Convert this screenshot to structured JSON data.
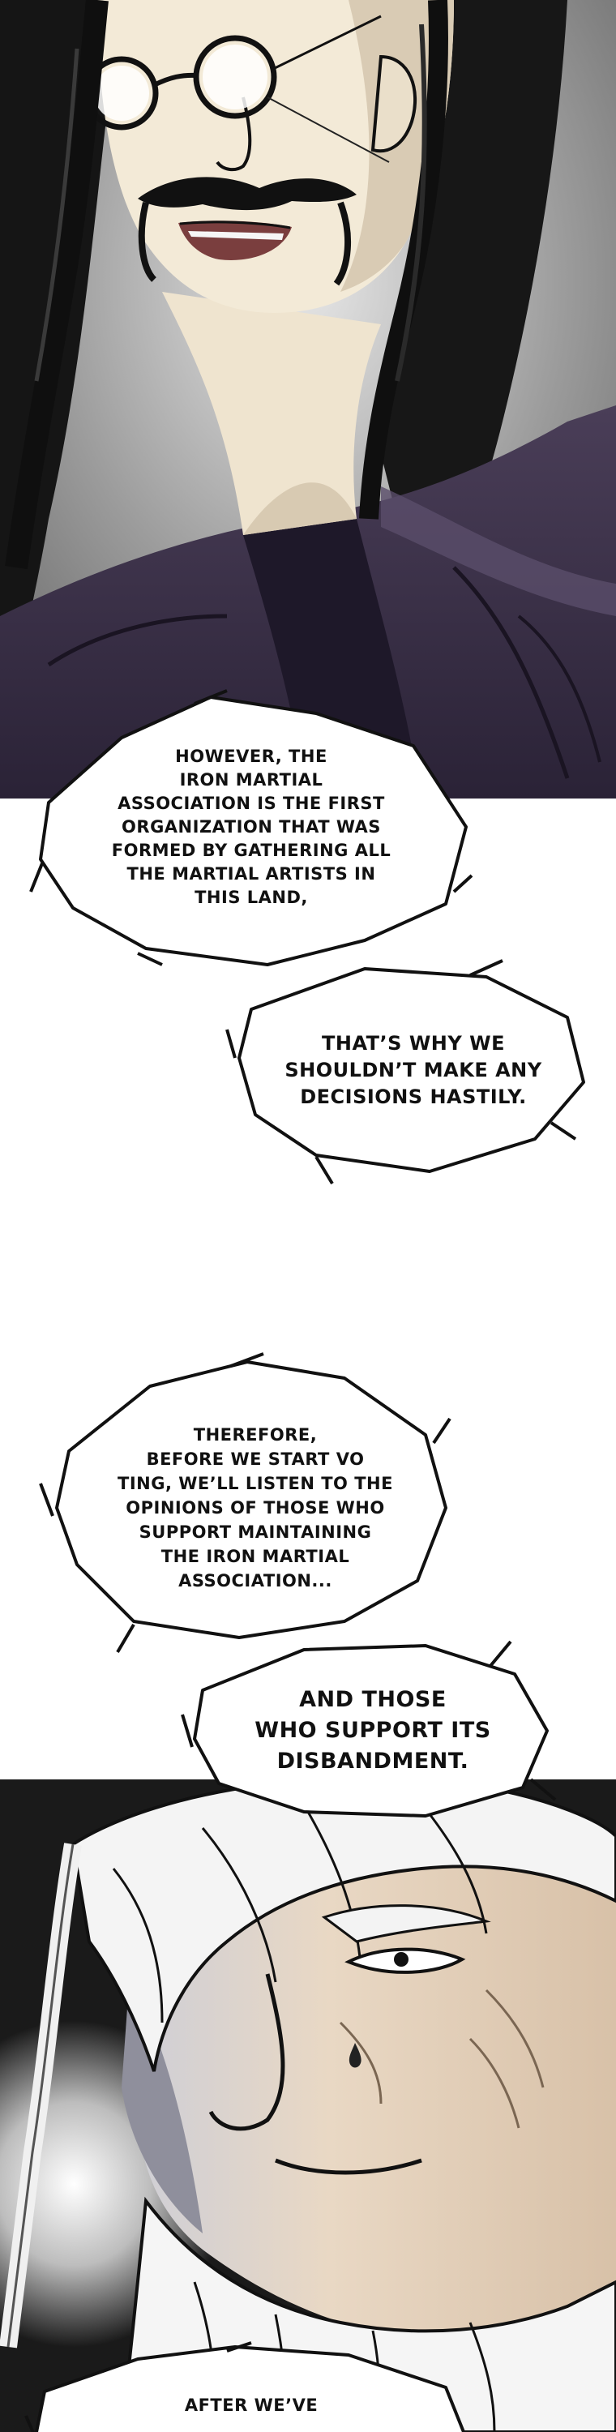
{
  "bubbles": [
    {
      "id": "bubble-1",
      "lines": [
        "HOWEVER, THE",
        "IRON MARTIAL",
        "ASSOCIATION IS THE FIRST",
        "ORGANIZATION THAT WAS",
        "FORMED BY GATHERING ALL",
        "THE MARTIAL ARTISTS IN",
        "THIS LAND,"
      ]
    },
    {
      "id": "bubble-2",
      "lines": [
        "THAT’S WHY WE",
        "SHOULDN’T MAKE ANY",
        "DECISIONS HASTILY."
      ]
    },
    {
      "id": "bubble-3",
      "lines": [
        "THEREFORE,",
        "BEFORE WE START VO",
        "TING, WE’LL LISTEN TO THE",
        "OPINIONS OF THOSE WHO",
        "SUPPORT MAINTAINING",
        "THE IRON MARTIAL",
        "ASSOCIATION..."
      ]
    },
    {
      "id": "bubble-4",
      "lines": [
        "AND THOSE",
        "WHO SUPPORT ITS",
        "DISBANDMENT."
      ]
    },
    {
      "id": "bubble-5",
      "lines": [
        "AFTER WE’VE"
      ]
    }
  ],
  "colors": {
    "robe": "#3b3048",
    "robe_dark": "#1c1626",
    "skin": "#f3ead7",
    "hair": "#141414",
    "bg_top": "#8a8a8a",
    "bg_bottom": "#1a1a1a",
    "old_skin": "#e9d8c4",
    "white_hair": "#f2f2f2"
  }
}
